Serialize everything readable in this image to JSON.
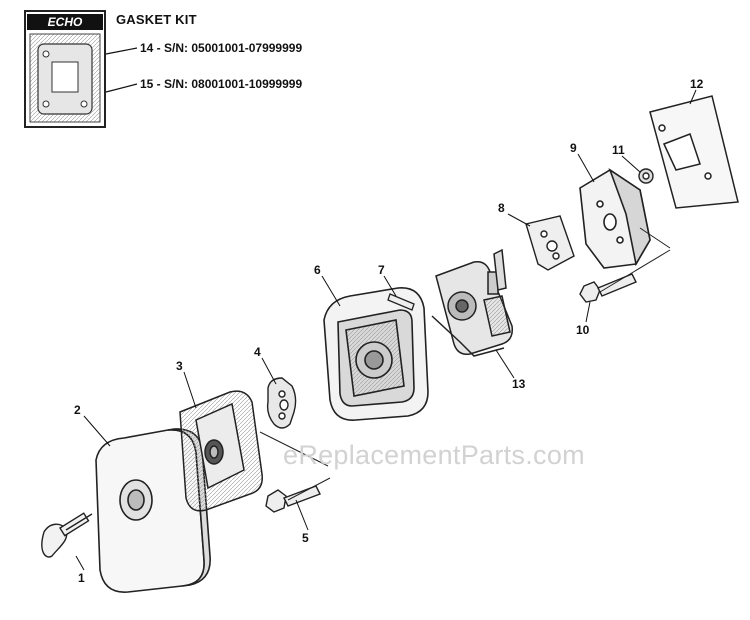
{
  "brand": "ECHO",
  "kit": {
    "title": "GASKET KIT",
    "lines": [
      "14 - S/N: 05001001-07999999",
      "15 - S/N: 08001001-10999999"
    ]
  },
  "callouts": [
    "1",
    "2",
    "3",
    "4",
    "5",
    "6",
    "7",
    "8",
    "9",
    "10",
    "11",
    "12",
    "13"
  ],
  "watermark": "eReplacementParts.com"
}
